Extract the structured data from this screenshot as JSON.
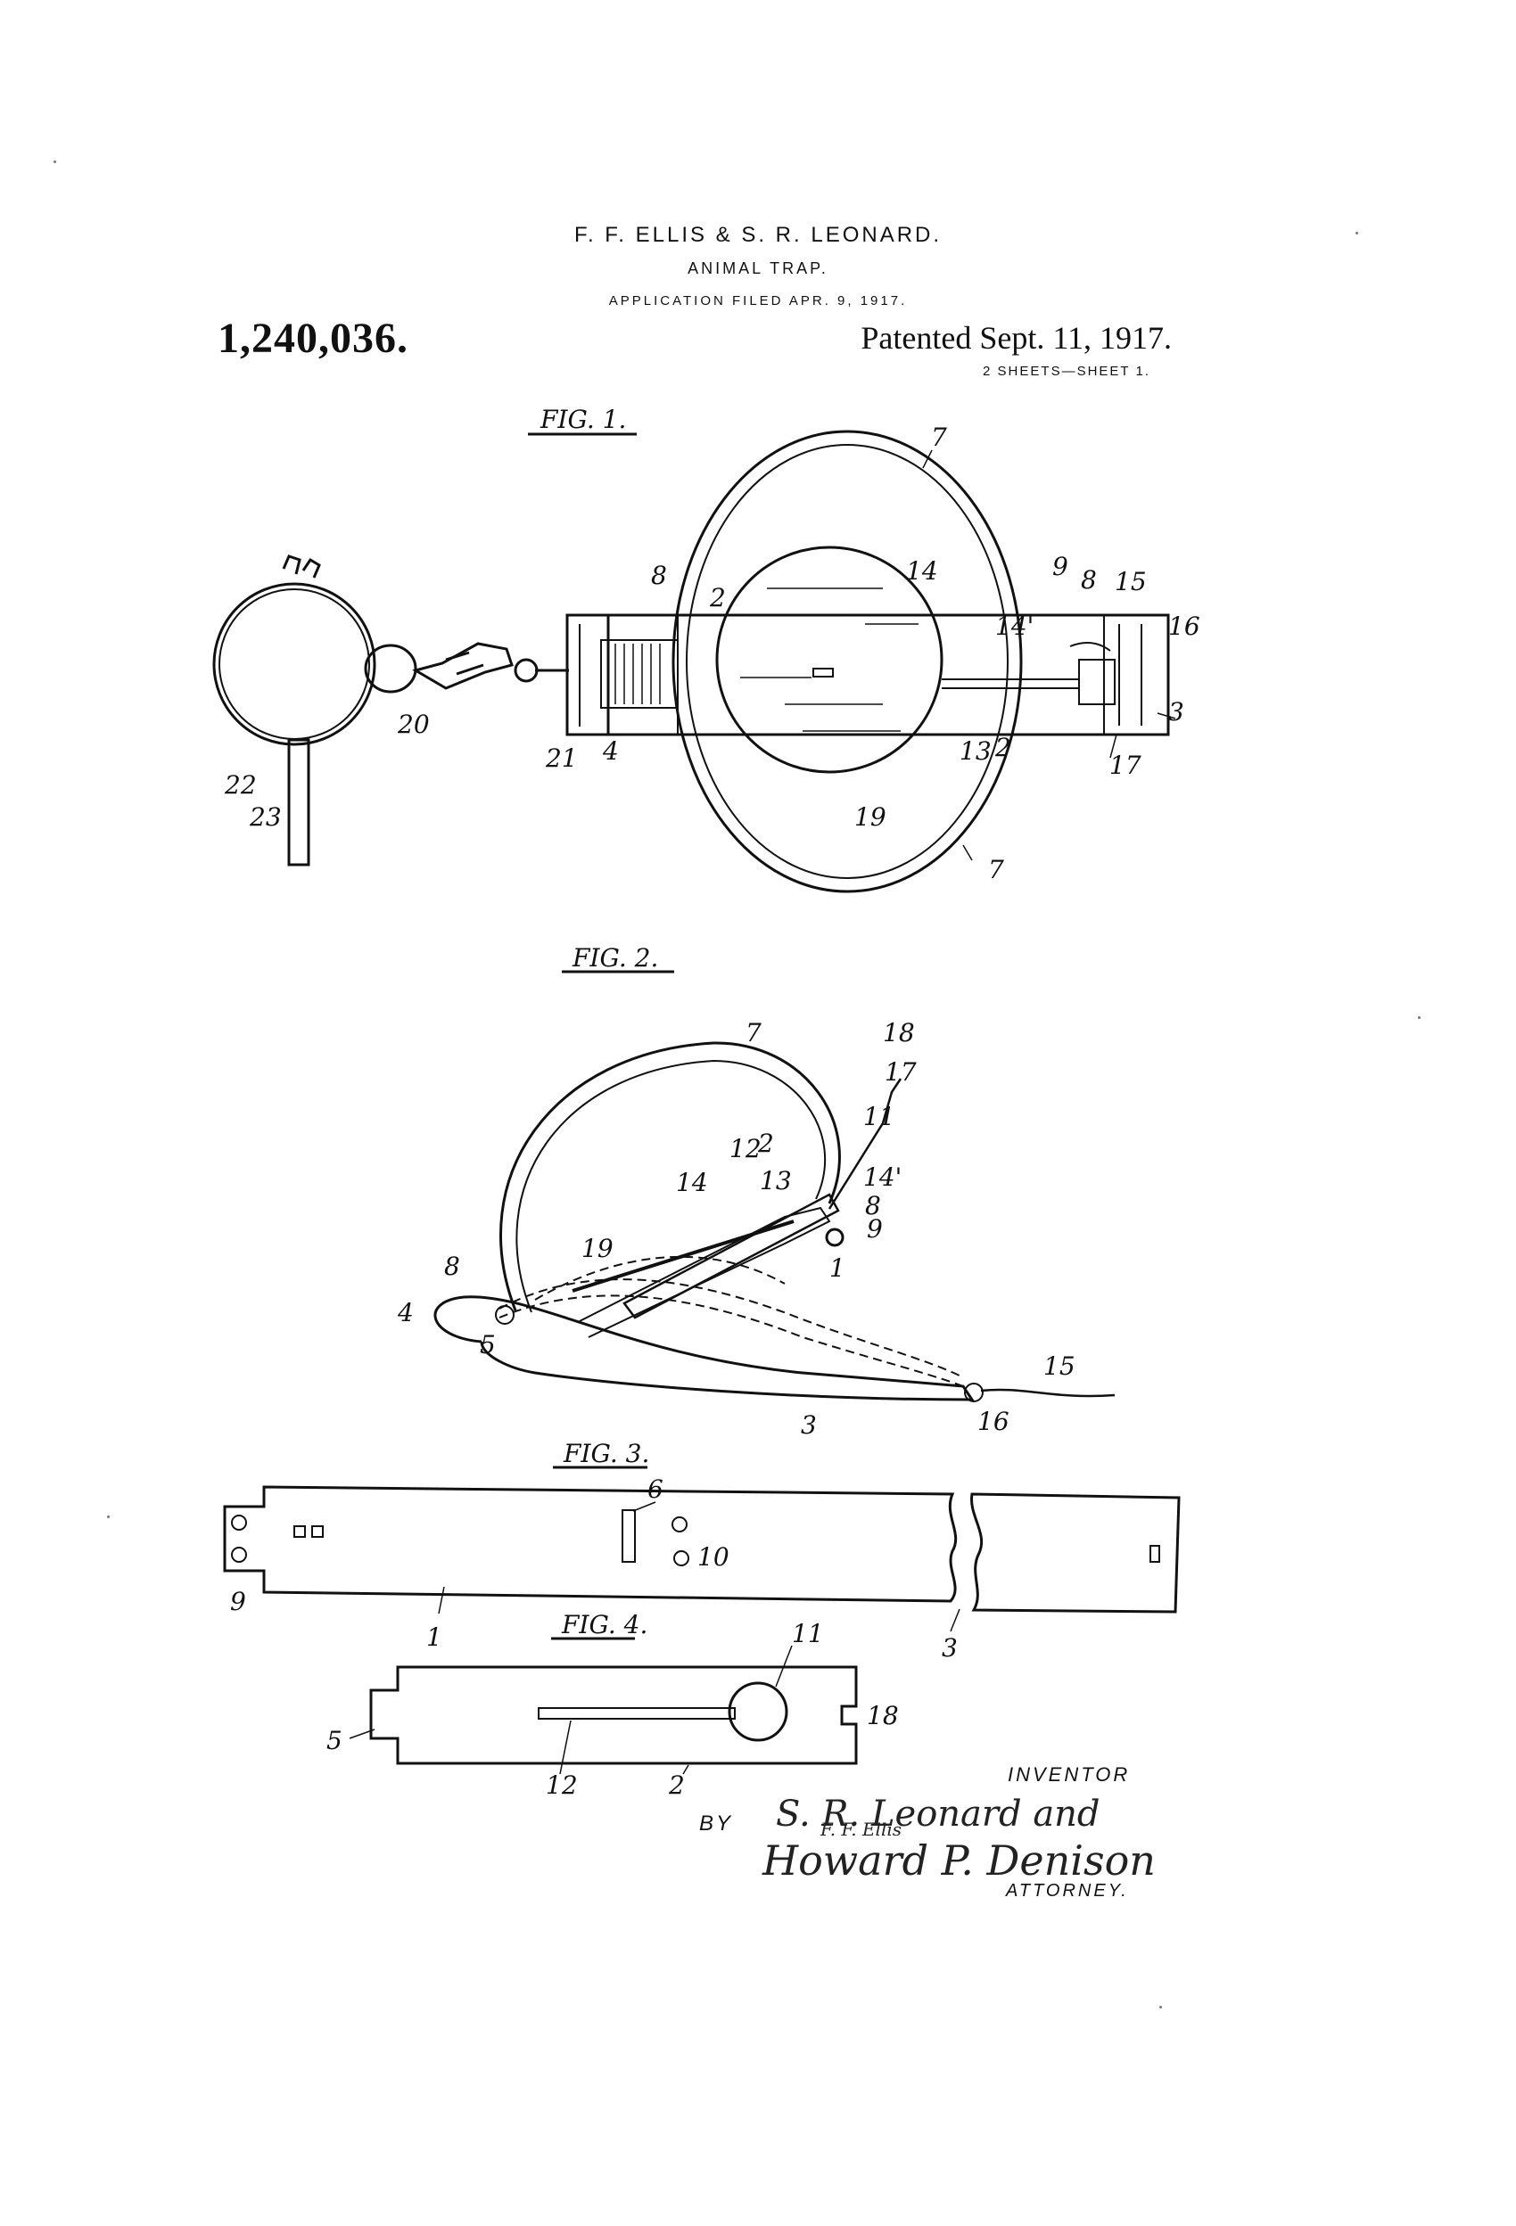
{
  "header": {
    "inventors": "F. F. ELLIS & S. R. LEONARD.",
    "subject": "ANIMAL TRAP.",
    "filed": "APPLICATION FILED APR. 9, 1917.",
    "patent_number": "1,240,036.",
    "patented": "Patented Sept. 11, 1917.",
    "sheets": "2 SHEETS—SHEET 1."
  },
  "figures": {
    "fig1": {
      "label": "FIG. 1.",
      "numerals": [
        "7",
        "7",
        "8",
        "2",
        "14",
        "9",
        "8",
        "15",
        "16",
        "14'",
        "3",
        "13",
        "2",
        "17",
        "19",
        "4",
        "21",
        "20",
        "22",
        "23"
      ]
    },
    "fig2": {
      "label": "FIG. 2.",
      "numerals": [
        "7",
        "18",
        "17",
        "11",
        "12",
        "2",
        "14",
        "13",
        "14'",
        "8",
        "9",
        "19",
        "1",
        "8",
        "4",
        "5",
        "15",
        "16",
        "3"
      ]
    },
    "fig3": {
      "label": "FIG. 3.",
      "numerals": [
        "6",
        "10",
        "9",
        "1",
        "3"
      ]
    },
    "fig4": {
      "label": "FIG. 4.",
      "numerals": [
        "11",
        "18",
        "5",
        "12",
        "2"
      ]
    }
  },
  "signatures": {
    "inventor_label": "INVENTOR",
    "inventor_sig": "S. R. Leonard and",
    "inventor_sig2": "F. F. Ellis",
    "by_label": "BY",
    "attorney_sig": "Howard P. Denison",
    "attorney_label": "ATTORNEY."
  }
}
